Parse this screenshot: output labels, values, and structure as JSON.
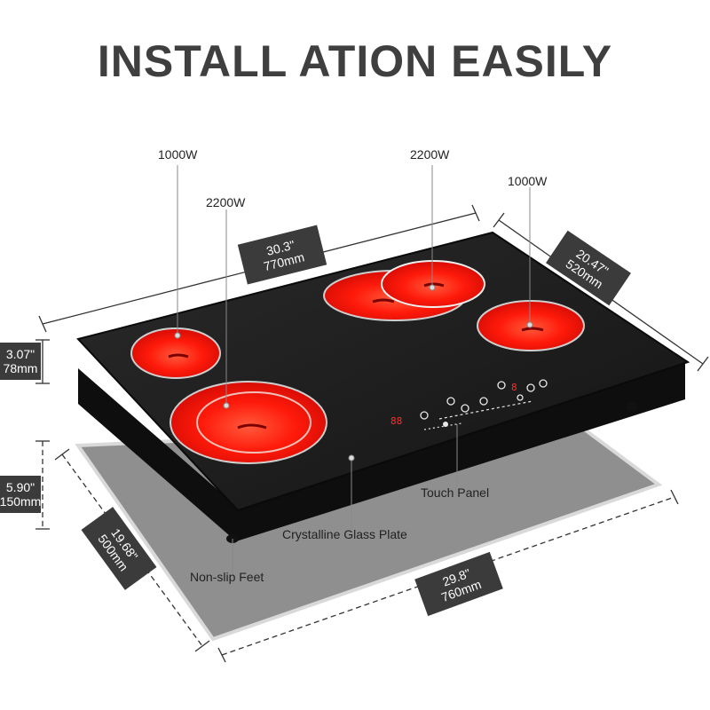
{
  "title": "INSTALL ATION EASILY",
  "burners": {
    "rear_left": "1000W",
    "front_left": "2200W",
    "rear_center": "2200W",
    "right": "1000W"
  },
  "dimensions": {
    "width_top": {
      "in": "30.3\"",
      "mm": "770mm"
    },
    "depth_top": {
      "in": "20.47\"",
      "mm": "520mm"
    },
    "height": {
      "in": "3.07\"",
      "mm": "78mm"
    },
    "cutout_depth": {
      "in": "5.90\"",
      "mm": "150mm"
    },
    "cutout_side": {
      "in": "19.68\"",
      "mm": "500mm"
    },
    "cutout_width": {
      "in": "29.8\"",
      "mm": "760mm"
    }
  },
  "labels": {
    "touch_panel": "Touch Panel",
    "glass_plate": "Crystalline Glass Plate",
    "feet": "Non-slip Feet"
  },
  "control_display": {
    "left_readout": "88",
    "right_readout": "8"
  },
  "colors": {
    "glass": "#1c1c1c",
    "burner_hot": "#ff1a0a",
    "cutout": "#8f8f8f",
    "title": "#3f3f3f"
  }
}
